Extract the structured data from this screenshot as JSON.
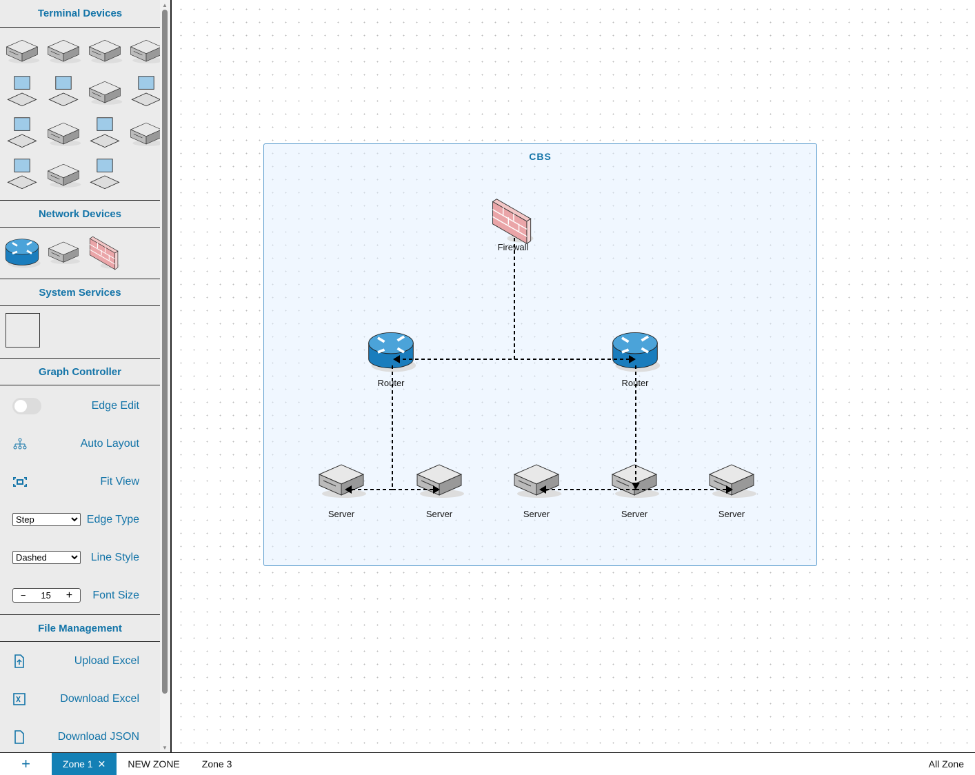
{
  "sidebar": {
    "sections": {
      "terminal": "Terminal Devices",
      "network": "Network Devices",
      "system": "System Services",
      "graph": "Graph Controller",
      "file": "File Management"
    },
    "graph_controls": {
      "edge_edit": "Edge Edit",
      "edge_edit_on": false,
      "auto_layout": "Auto Layout",
      "fit_view": "Fit View",
      "edge_type_label": "Edge Type",
      "edge_type_value": "Step",
      "line_style_label": "Line Style",
      "line_style_value": "Dashed",
      "font_size_label": "Font Size",
      "font_size_value": "15",
      "minus": "−",
      "plus": "+"
    },
    "file_controls": {
      "upload_excel": "Upload Excel",
      "download_excel": "Download Excel",
      "download_json": "Download JSON"
    }
  },
  "canvas": {
    "zone_title": "CBS",
    "nodes": {
      "firewall": "Firewall",
      "router1": "Router",
      "router2": "Router",
      "server1": "Server",
      "server2": "Server",
      "server3": "Server",
      "server4": "Server",
      "server5": "Server"
    }
  },
  "bottom": {
    "add": "+",
    "tabs": [
      {
        "label": "Zone 1",
        "close": "✕"
      },
      {
        "label": "NEW ZONE"
      },
      {
        "label": "Zone 3"
      }
    ],
    "all_zone": "All Zone"
  },
  "colors": {
    "accent": "#1374a8",
    "active_tab": "#1380b5"
  }
}
